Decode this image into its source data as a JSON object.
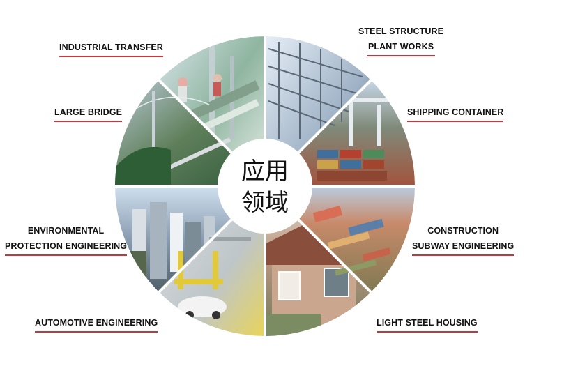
{
  "center": {
    "line1": "应用",
    "line2": "领域"
  },
  "segments": [
    {
      "key": "industrial-transfer",
      "lines": [
        "INDUSTRIAL TRANSFER"
      ]
    },
    {
      "key": "large-bridge",
      "lines": [
        "LARGE BRIDGE"
      ]
    },
    {
      "key": "environmental-protection-engineering",
      "lines": [
        "ENVIRONMENTAL",
        "PROTECTION ENGINEERING"
      ]
    },
    {
      "key": "automotive-engineering",
      "lines": [
        "AUTOMOTIVE ENGINEERING"
      ]
    },
    {
      "key": "light-steel-housing",
      "lines": [
        "LIGHT STEEL HOUSING"
      ]
    },
    {
      "key": "construction-subway-engineering",
      "lines": [
        "CONSTRUCTION",
        "SUBWAY ENGINEERING"
      ]
    },
    {
      "key": "shipping-container",
      "lines": [
        "SHIPPING CONTAINER"
      ]
    },
    {
      "key": "steel-structure-plant-works",
      "lines": [
        "STEEL STRUCTURE",
        "PLANT WORKS"
      ]
    }
  ],
  "colors": {
    "underline": "#c4383d",
    "text": "#111111"
  }
}
